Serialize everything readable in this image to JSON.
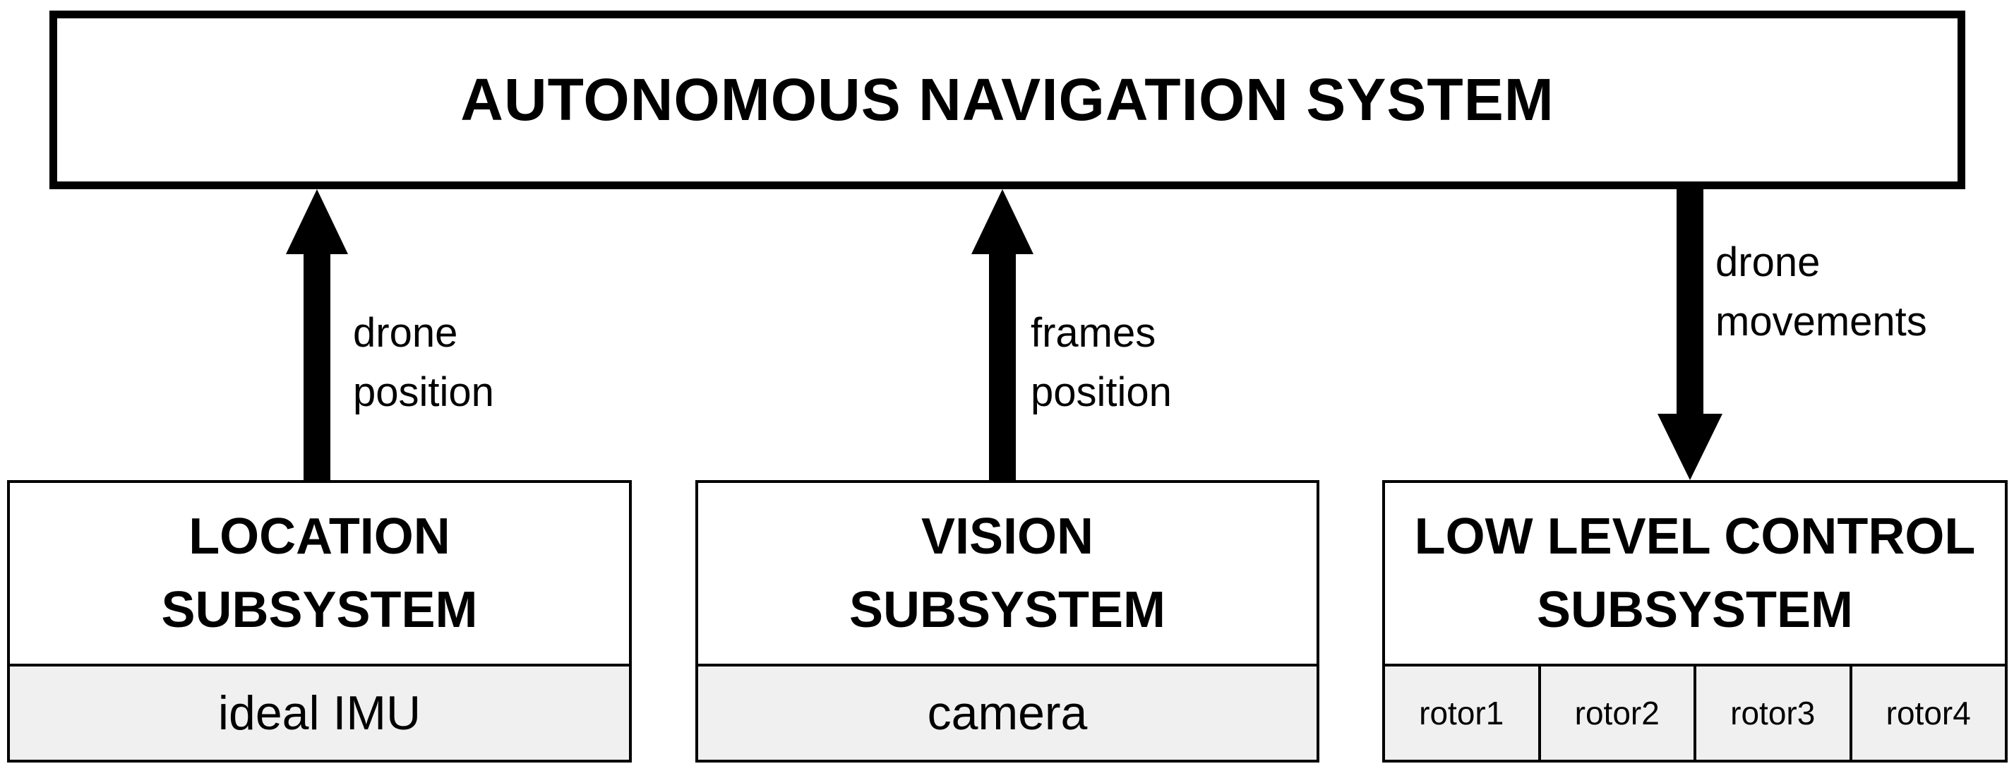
{
  "top": {
    "title": "AUTONOMOUS NAVIGATION SYSTEM"
  },
  "subsystems": {
    "location": {
      "line1": "LOCATION",
      "line2": "SUBSYSTEM",
      "component": "ideal IMU"
    },
    "vision": {
      "line1": "VISION",
      "line2": "SUBSYSTEM",
      "component": "camera"
    },
    "control": {
      "line1": "LOW LEVEL CONTROL",
      "line2": "SUBSYSTEM",
      "rotors": [
        "rotor1",
        "rotor2",
        "rotor3",
        "rotor4"
      ]
    }
  },
  "flows": {
    "location_to_nav": {
      "line1": "drone",
      "line2": "position"
    },
    "vision_to_nav": {
      "line1": "frames",
      "line2": "position"
    },
    "nav_to_control": {
      "line1": "drone",
      "line2": "movements"
    }
  }
}
